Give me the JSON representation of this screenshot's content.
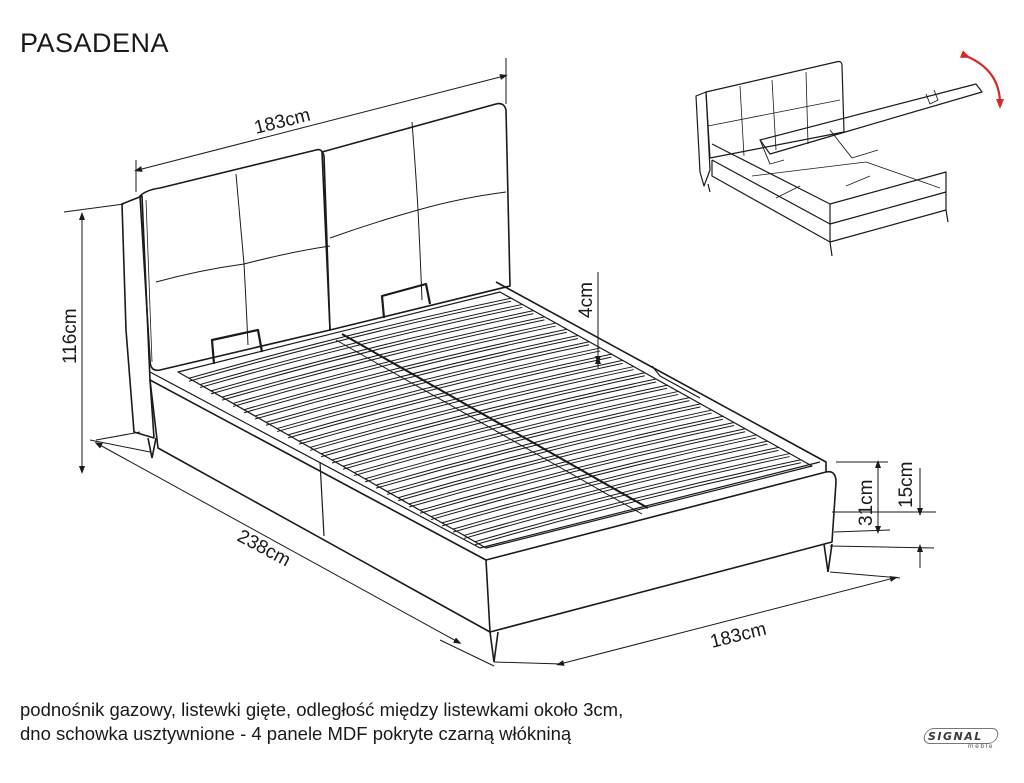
{
  "product": {
    "name": "PASADENA"
  },
  "dimensions": {
    "headboard_width": "183cm",
    "height": "116cm",
    "length": "238cm",
    "front_width": "183cm",
    "slat_height": "4cm",
    "frame_height": "31cm",
    "leg_height": "15cm"
  },
  "description": {
    "line1": "podnośnik gazowy, listewki gięte, odległość między listewkami około 3cm,",
    "line2": "dno schowka usztywnione - 4 panele MDF pokryte czarną włókniną"
  },
  "logo": {
    "brand": "SIGNAL",
    "sub": "meble"
  },
  "colors": {
    "line": "#1a1a1a",
    "background": "#ffffff",
    "red_arrow": "#d62828"
  }
}
